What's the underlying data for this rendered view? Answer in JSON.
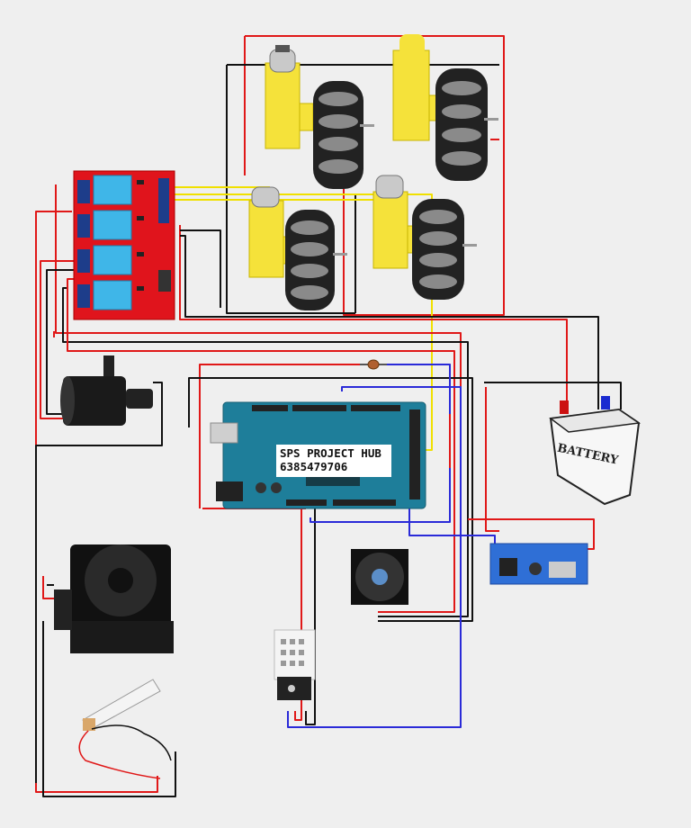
{
  "label": {
    "title": "SPS PROJECT HUB",
    "phone": "6385479706"
  },
  "battery": {
    "text": "BATTERY"
  },
  "colors": {
    "red_wire": "#e01818",
    "black_wire": "#111111",
    "yellow_wire": "#f0e000",
    "blue_wire": "#2a2ad8",
    "relay_board": "#e0141c",
    "relay_cube": "#3fb6e8",
    "arduino": "#1e7e9a",
    "motor_yellow": "#f5e23a",
    "buck_board": "#2f6fd6"
  },
  "components": {
    "motors": [
      "gear-motor-with-mecanum-wheel",
      "gear-motor-with-mecanum-wheel",
      "gear-motor-with-mecanum-wheel",
      "gear-motor-with-mecanum-wheel"
    ],
    "icons": [
      "relay-module-icon",
      "water-pump-icon",
      "arduino-mega-icon",
      "battery-icon",
      "buck-converter-icon",
      "cooling-fan-icon",
      "peltier-cooler-icon",
      "dht-sensor-icon",
      "ldr-sensor-icon",
      "heating-element-icon"
    ]
  }
}
